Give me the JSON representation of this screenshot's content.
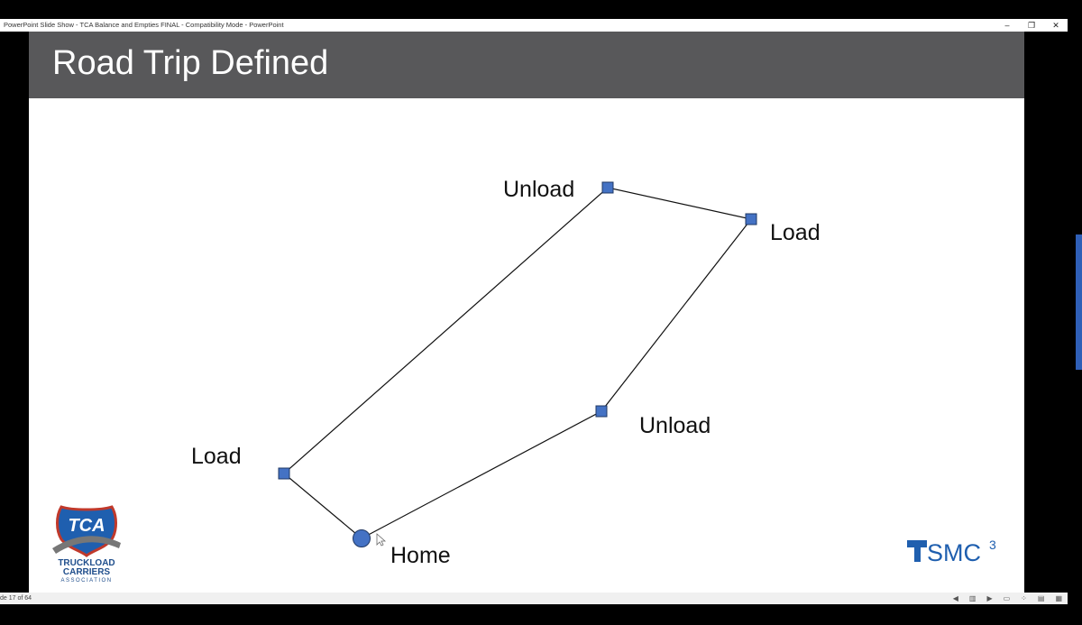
{
  "window": {
    "title": "PowerPoint Slide Show  -  TCA Balance and Empties FINAL  -  Compatibility Mode - PowerPoint",
    "controls": {
      "minimize": "–",
      "restore": "❐",
      "close": "✕"
    }
  },
  "slide": {
    "title": "Road Trip Defined",
    "nodes": {
      "home": "Home",
      "load_left": "Load",
      "unload_top": "Unload",
      "load_right": "Load",
      "unload_bottom": "Unload"
    },
    "logos": {
      "tca_letters": "TCA",
      "tca_line1": "TRUCKLOAD",
      "tca_line2": "CARRIERS",
      "tca_line3": "ASSOCIATION",
      "smc": "SMC",
      "smc_sup": "3"
    },
    "colors": {
      "header_bg": "#58585a",
      "node_fill": "#4472c4",
      "node_stroke": "#1f3864",
      "line": "#111111"
    }
  },
  "status": {
    "slide_counter": "de 17 of 64"
  }
}
